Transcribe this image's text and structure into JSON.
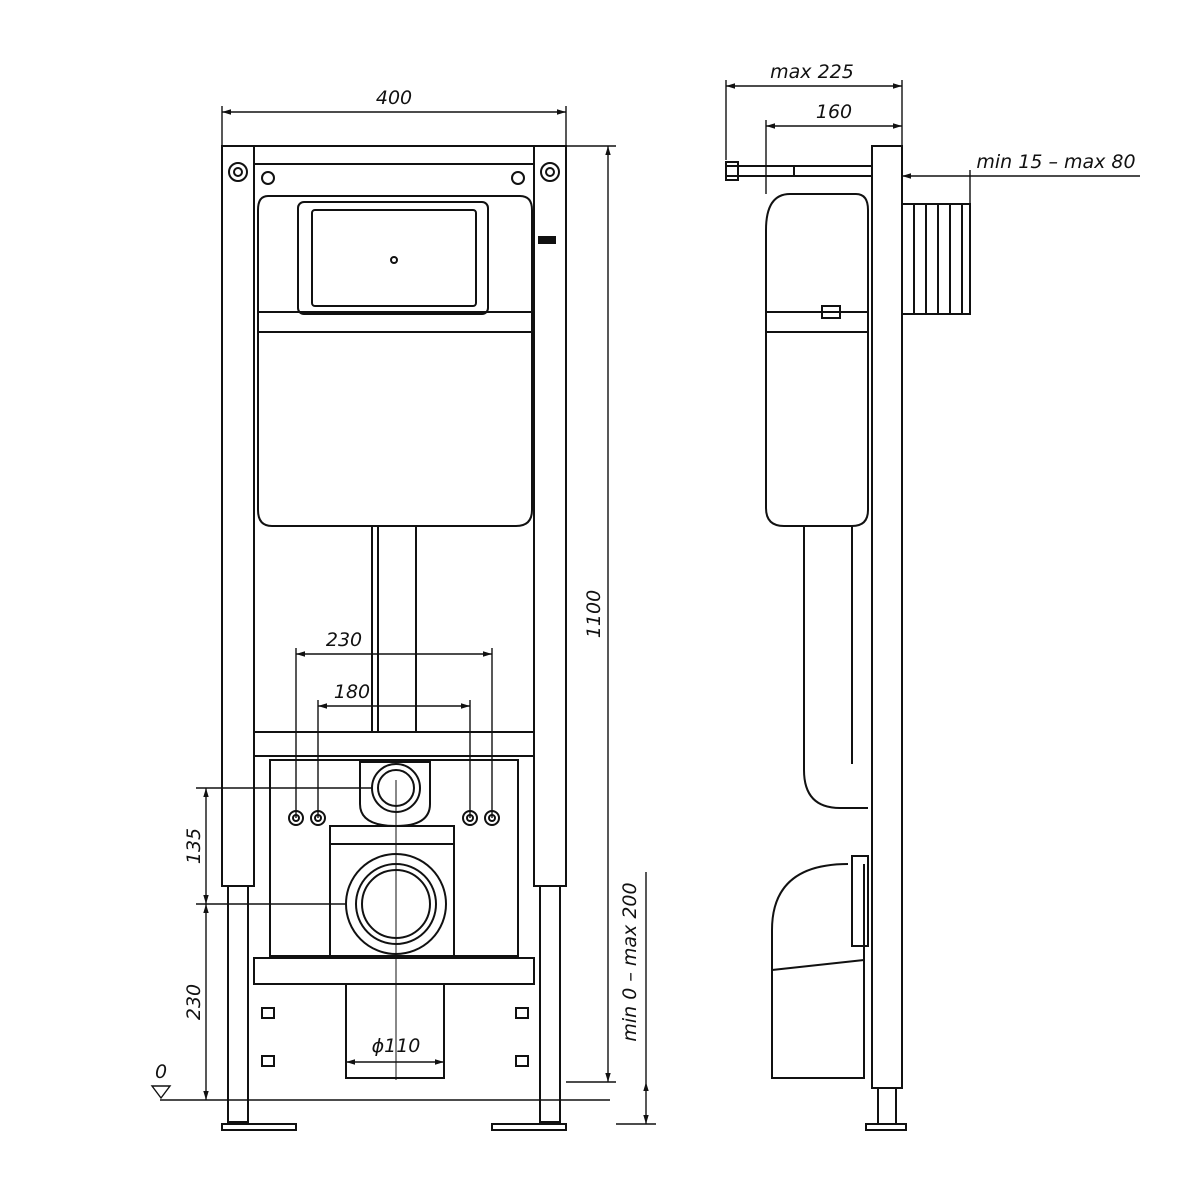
{
  "drawing": {
    "front_view": {
      "width_label": "400",
      "height_label": "1100",
      "bolt_spacing_outer_label": "230",
      "bolt_spacing_inner_label": "180",
      "inlet_offset_label": "135",
      "outlet_height_label": "230",
      "zero_level_label": "0",
      "drain_diameter_label": "ϕ110",
      "leg_adjust_label": "min 0 – max 200"
    },
    "side_view": {
      "depth_max_label": "max 225",
      "depth_label": "160",
      "wall_offset_label": "min 15 – max 80"
    }
  }
}
